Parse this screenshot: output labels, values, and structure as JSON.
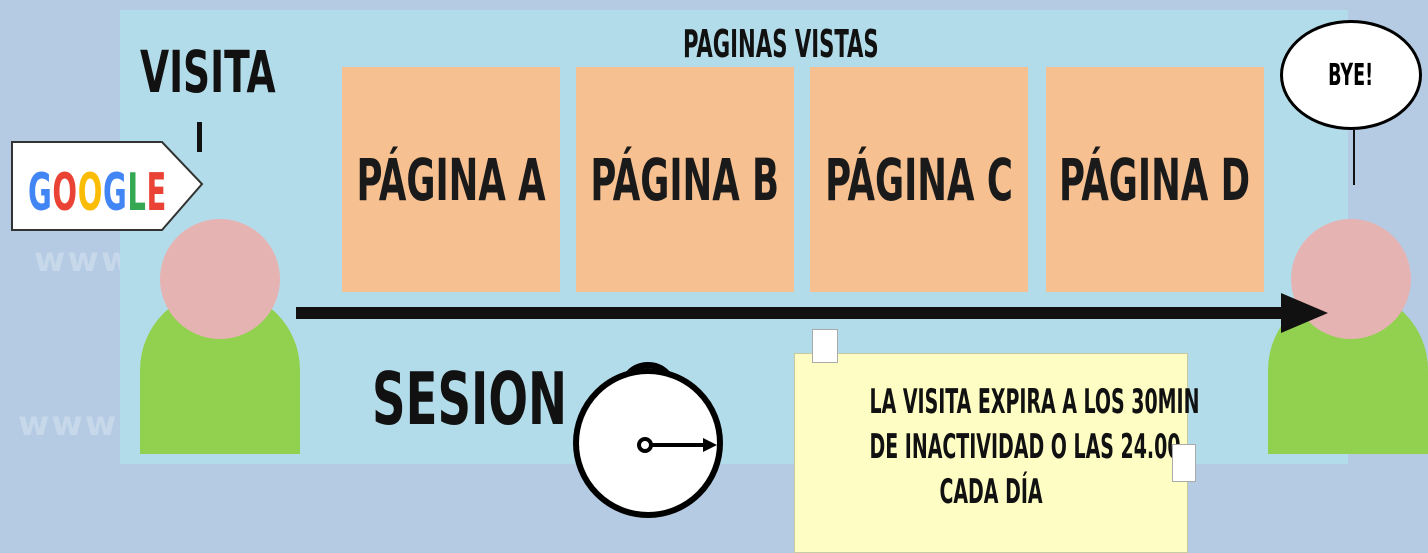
{
  "watermark": {
    "text": "www"
  },
  "header": {
    "visita_label": "VISITA",
    "paginas_label": "PAGINAS VISTAS"
  },
  "pages": [
    {
      "label": "PÁGINA A"
    },
    {
      "label": "PÁGINA B"
    },
    {
      "label": "PÁGINA C"
    },
    {
      "label": "PÁGINA D"
    }
  ],
  "source": {
    "letters": [
      "G",
      "O",
      "O",
      "G",
      "L",
      "E"
    ],
    "colors": [
      "#4285f4",
      "#ea4335",
      "#fbbc05",
      "#4285f4",
      "#34a853",
      "#ea4335"
    ]
  },
  "session": {
    "label": "SESION",
    "icon": "stopwatch-icon"
  },
  "note": {
    "lines": [
      "LA VISITA EXPIRA A LOS 30MIN",
      "DE INACTIVIDAD O LAS 24.00",
      "CADA DÍA"
    ]
  },
  "exit": {
    "bubble_text": "BYE!"
  },
  "colors": {
    "background": "#b4cbe3",
    "panel": "#b3dcea",
    "page_box": "#f7c090",
    "head": "#e6b3b3",
    "body": "#92d050",
    "note": "#fdfdc4"
  }
}
